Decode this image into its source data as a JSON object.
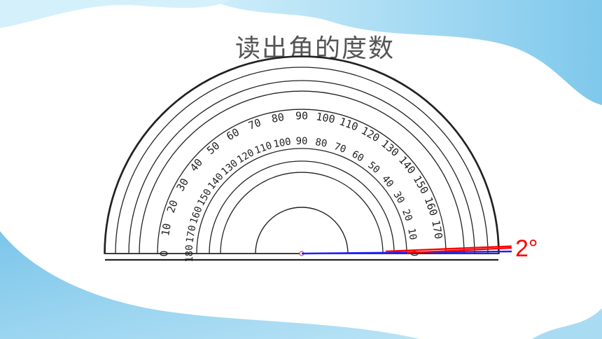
{
  "slide": {
    "title": "读出角的度数"
  },
  "protractor": {
    "outer_scale": [
      "0",
      "10",
      "20",
      "30",
      "40",
      "50",
      "60",
      "70",
      "80",
      "90",
      "100",
      "110",
      "120",
      "130",
      "140",
      "150",
      "160",
      "170"
    ],
    "inner_scale": [
      "180",
      "170",
      "160",
      "150",
      "140",
      "130",
      "120",
      "110",
      "100",
      "90",
      "80",
      "70",
      "60",
      "50",
      "40",
      "30",
      "20",
      "10"
    ],
    "inner_scale_end": "0"
  },
  "angle": {
    "value_deg": 2,
    "label": "2°",
    "ray_colors": [
      "#ff0000",
      "#2020ff"
    ]
  },
  "colors": {
    "background_blue": "#8fd0ee",
    "ink": "#222222"
  }
}
